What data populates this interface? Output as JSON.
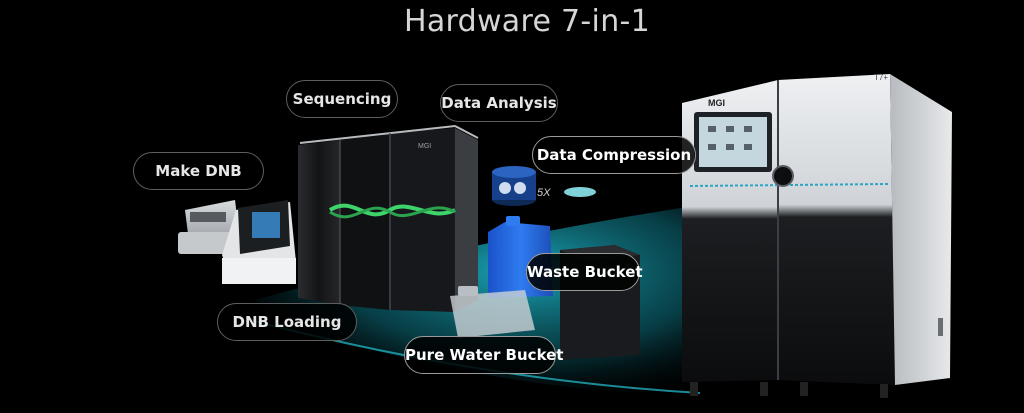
{
  "title": "Hardware 7-in-1",
  "labels": {
    "sequencing": "Sequencing",
    "data_analysis": "Data Analysis",
    "data_compression": "Data Compression",
    "make_dnb": "Make DNB",
    "waste_bucket": "Waste Bucket",
    "dnb_loading": "DNB Loading",
    "pure_water_bucket": "Pure Water Bucket"
  },
  "device_text": {
    "brand_small": "MGI",
    "brand_large": "MGI",
    "model": "T7+",
    "compression_ratio": "5X"
  },
  "colors": {
    "background": "#000000",
    "accent_teal": "#1fa3b5",
    "helix_green": "#3fd46a"
  }
}
